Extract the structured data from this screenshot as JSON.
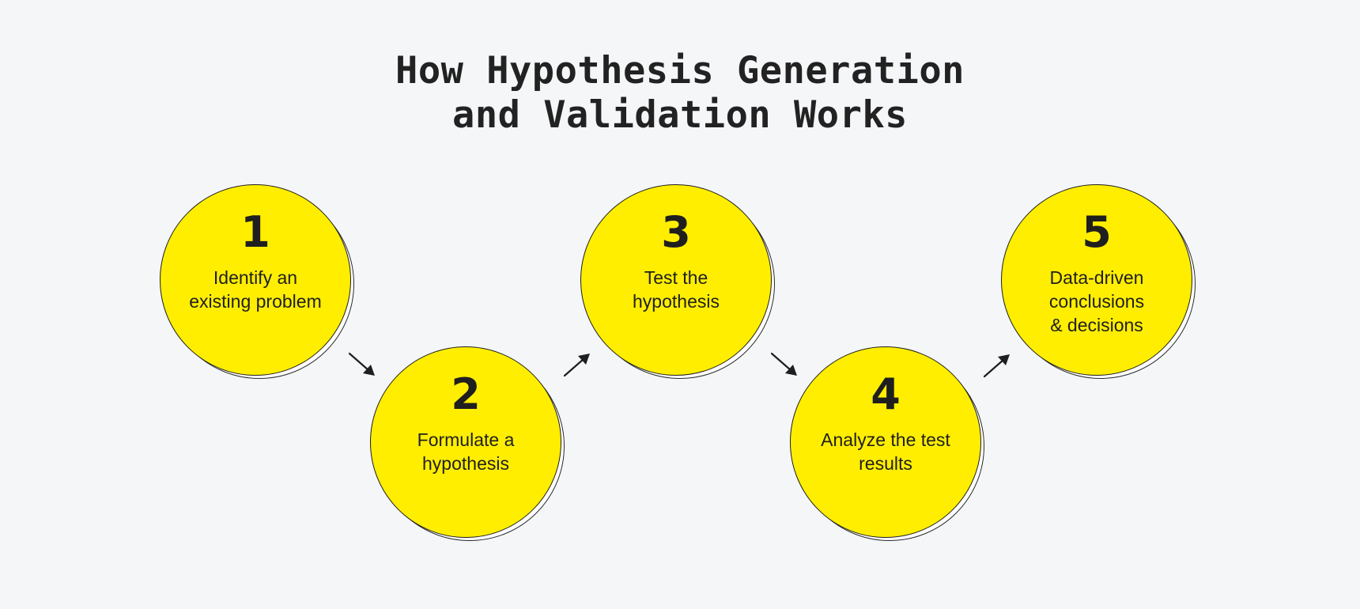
{
  "title": {
    "line1": "How Hypothesis Generation",
    "line2": "and Validation Works"
  },
  "colors": {
    "background": "#f4f6f8",
    "circle_fill": "#ffee00",
    "circle_outline": "#1e1e1e",
    "shadow_fill": "#ffffff",
    "text": "#1f1f1f"
  },
  "steps": [
    {
      "number": "1",
      "label": "Identify an\nexisting problem"
    },
    {
      "number": "2",
      "label": "Formulate a\nhypothesis"
    },
    {
      "number": "3",
      "label": "Test the\nhypothesis"
    },
    {
      "number": "4",
      "label": "Analyze the test\nresults"
    },
    {
      "number": "5",
      "label": "Data-driven\nconclusions\n& decisions"
    }
  ],
  "arrows": [
    {
      "from": "1",
      "to": "2",
      "direction": "down-right",
      "icon": "arrow-down-right-icon"
    },
    {
      "from": "2",
      "to": "3",
      "direction": "up-right",
      "icon": "arrow-up-right-icon"
    },
    {
      "from": "3",
      "to": "4",
      "direction": "down-right",
      "icon": "arrow-down-right-icon"
    },
    {
      "from": "4",
      "to": "5",
      "direction": "up-right",
      "icon": "arrow-up-right-icon"
    }
  ]
}
